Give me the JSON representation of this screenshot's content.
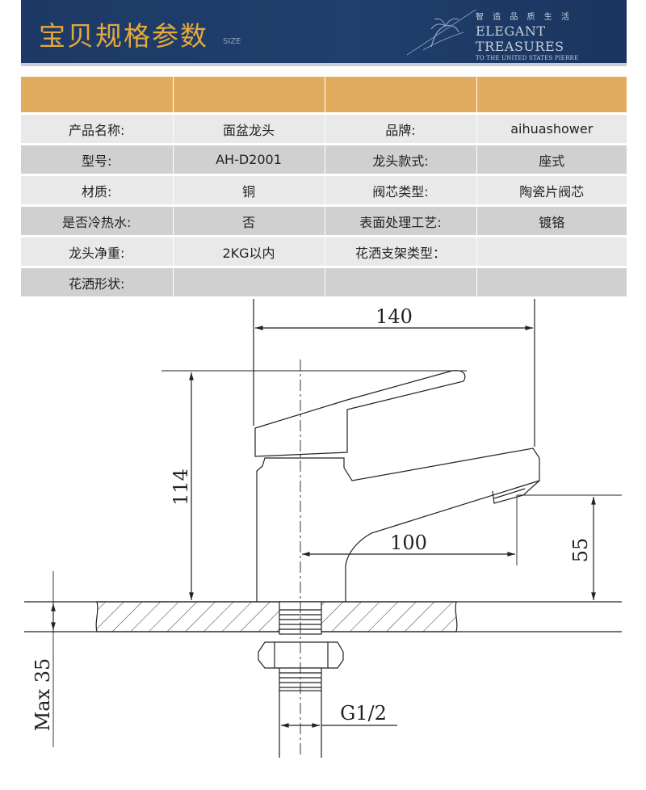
{
  "header": {
    "title": "宝贝规格参数",
    "size_tag": "SIZE",
    "logo_cn": "智 造 品 质 生 活",
    "logo_en": "ELEGANT TREASURES",
    "logo_sub": "TO THE UNITED STATES PIERRE"
  },
  "specs": {
    "rows": [
      [
        "产品名称:",
        "面盆龙头",
        "品牌:",
        "aihuashower"
      ],
      [
        "型号:",
        "AH-D2001",
        "龙头款式:",
        "座式"
      ],
      [
        "材质:",
        "铜",
        "阀芯类型:",
        "陶瓷片阀芯"
      ],
      [
        "是否冷热水:",
        "否",
        "表面处理工艺:",
        "镀铬"
      ],
      [
        "龙头净重:",
        "2KG以内",
        "花洒支架类型：",
        ""
      ],
      [
        "花洒形状:",
        "",
        "",
        ""
      ]
    ]
  },
  "drawing": {
    "dim_width": "140",
    "dim_height": "114",
    "dim_reach": "100",
    "dim_spout_height": "55",
    "dim_max": "Max 35",
    "dim_thread": "G1/2"
  }
}
